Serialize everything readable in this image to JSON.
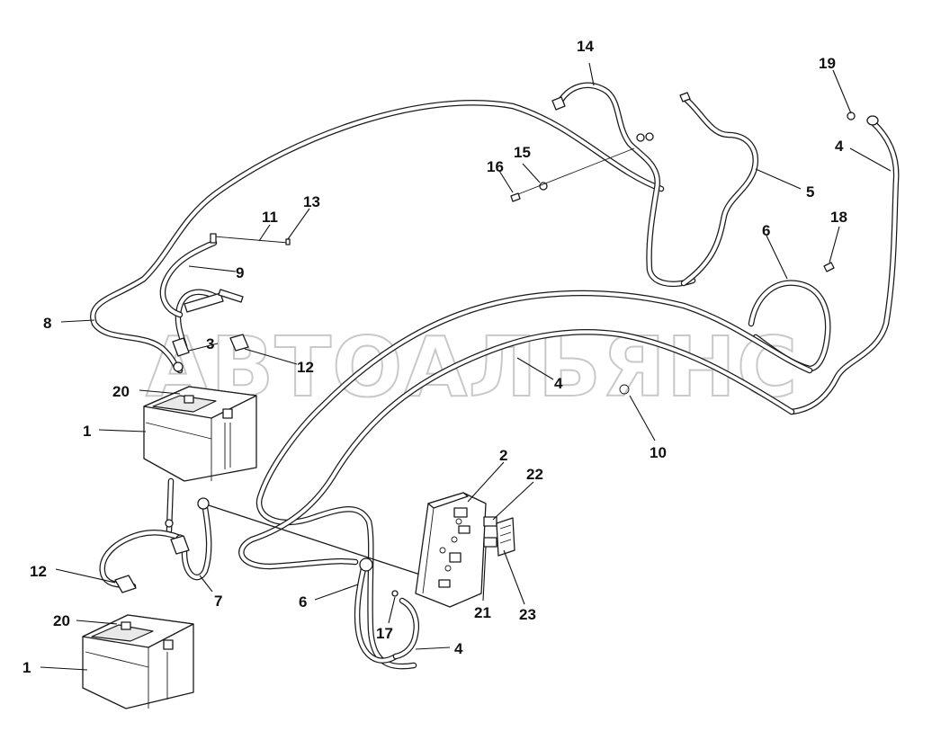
{
  "watermark": "АВТОАЛЬЯНС",
  "callouts": {
    "c1a": "1",
    "c1b": "1",
    "c2": "2",
    "c3": "3",
    "c4a": "4",
    "c4b": "4",
    "c4c": "4",
    "c5": "5",
    "c6a": "6",
    "c6b": "6",
    "c7": "7",
    "c8": "8",
    "c9": "9",
    "c10": "10",
    "c11": "11",
    "c12a": "12",
    "c12b": "12",
    "c13": "13",
    "c14": "14",
    "c15": "15",
    "c16": "16",
    "c17": "17",
    "c18": "18",
    "c19": "19",
    "c20a": "20",
    "c20b": "20",
    "c21": "21",
    "c22": "22",
    "c23": "23"
  }
}
